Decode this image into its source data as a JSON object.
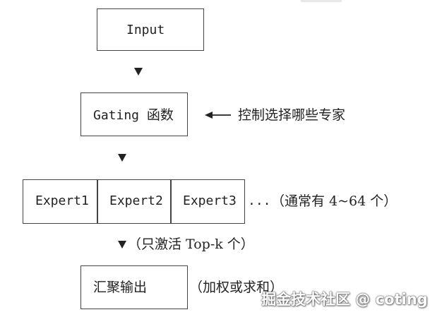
{
  "nodes": {
    "input": {
      "label": "Input"
    },
    "gating": {
      "label": "Gating",
      "suffix": "函数"
    },
    "experts": {
      "items": [
        "Expert1",
        "Expert2",
        "Expert3"
      ],
      "ellipsis": "...",
      "note": "（通常有 4~64 个）"
    },
    "aggregate": {
      "label": "汇聚输出"
    }
  },
  "annotations": {
    "gating_note": "控制选择哪些专家",
    "topk_note": "（只激活 Top-k 个）",
    "aggregate_note": "（加权或求和）"
  },
  "watermark": "掘金技术社区 @ coting",
  "colors": {
    "line": "#444444",
    "text": "#222222",
    "background": "#ffffff"
  }
}
